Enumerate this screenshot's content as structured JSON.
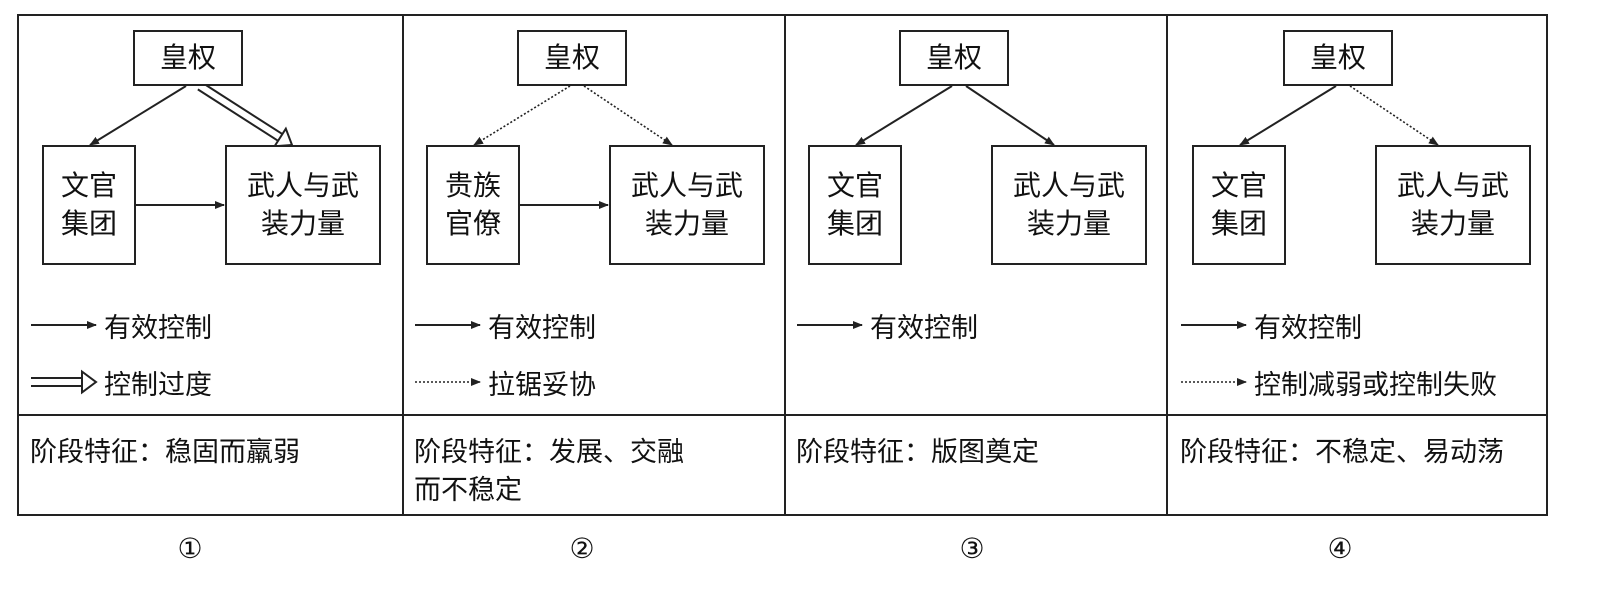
{
  "panels": [
    {
      "top": "皇权",
      "left": "文官\n集团",
      "right": "武人与武\n装力量",
      "arrow_left": "solid",
      "arrow_right": "double",
      "arrow_mid": "solid",
      "legend": [
        {
          "style": "solid",
          "label": "有效控制"
        },
        {
          "style": "double",
          "label": "控制过度"
        }
      ],
      "stage": "阶段特征：稳固而羸弱",
      "number": "①"
    },
    {
      "top": "皇权",
      "left": "贵族\n官僚",
      "right": "武人与武\n装力量",
      "arrow_left": "dotted",
      "arrow_right": "dotted",
      "arrow_mid": "solid",
      "legend": [
        {
          "style": "solid",
          "label": "有效控制"
        },
        {
          "style": "dotted",
          "label": "拉锯妥协"
        }
      ],
      "stage": "阶段特征：发展、交融\n而不稳定",
      "number": "②"
    },
    {
      "top": "皇权",
      "left": "文官\n集团",
      "right": "武人与武\n装力量",
      "arrow_left": "solid",
      "arrow_right": "solid",
      "arrow_mid": "none",
      "legend": [
        {
          "style": "solid",
          "label": "有效控制"
        }
      ],
      "stage": "阶段特征：版图奠定",
      "number": "③"
    },
    {
      "top": "皇权",
      "left": "文官\n集团",
      "right": "武人与武\n装力量",
      "arrow_left": "solid",
      "arrow_right": "dotted",
      "arrow_mid": "none",
      "legend": [
        {
          "style": "solid",
          "label": "有效控制"
        },
        {
          "style": "dotted",
          "label": "控制减弱或控制失败"
        }
      ],
      "stage": "阶段特征：不稳定、易动荡",
      "number": "④"
    }
  ]
}
